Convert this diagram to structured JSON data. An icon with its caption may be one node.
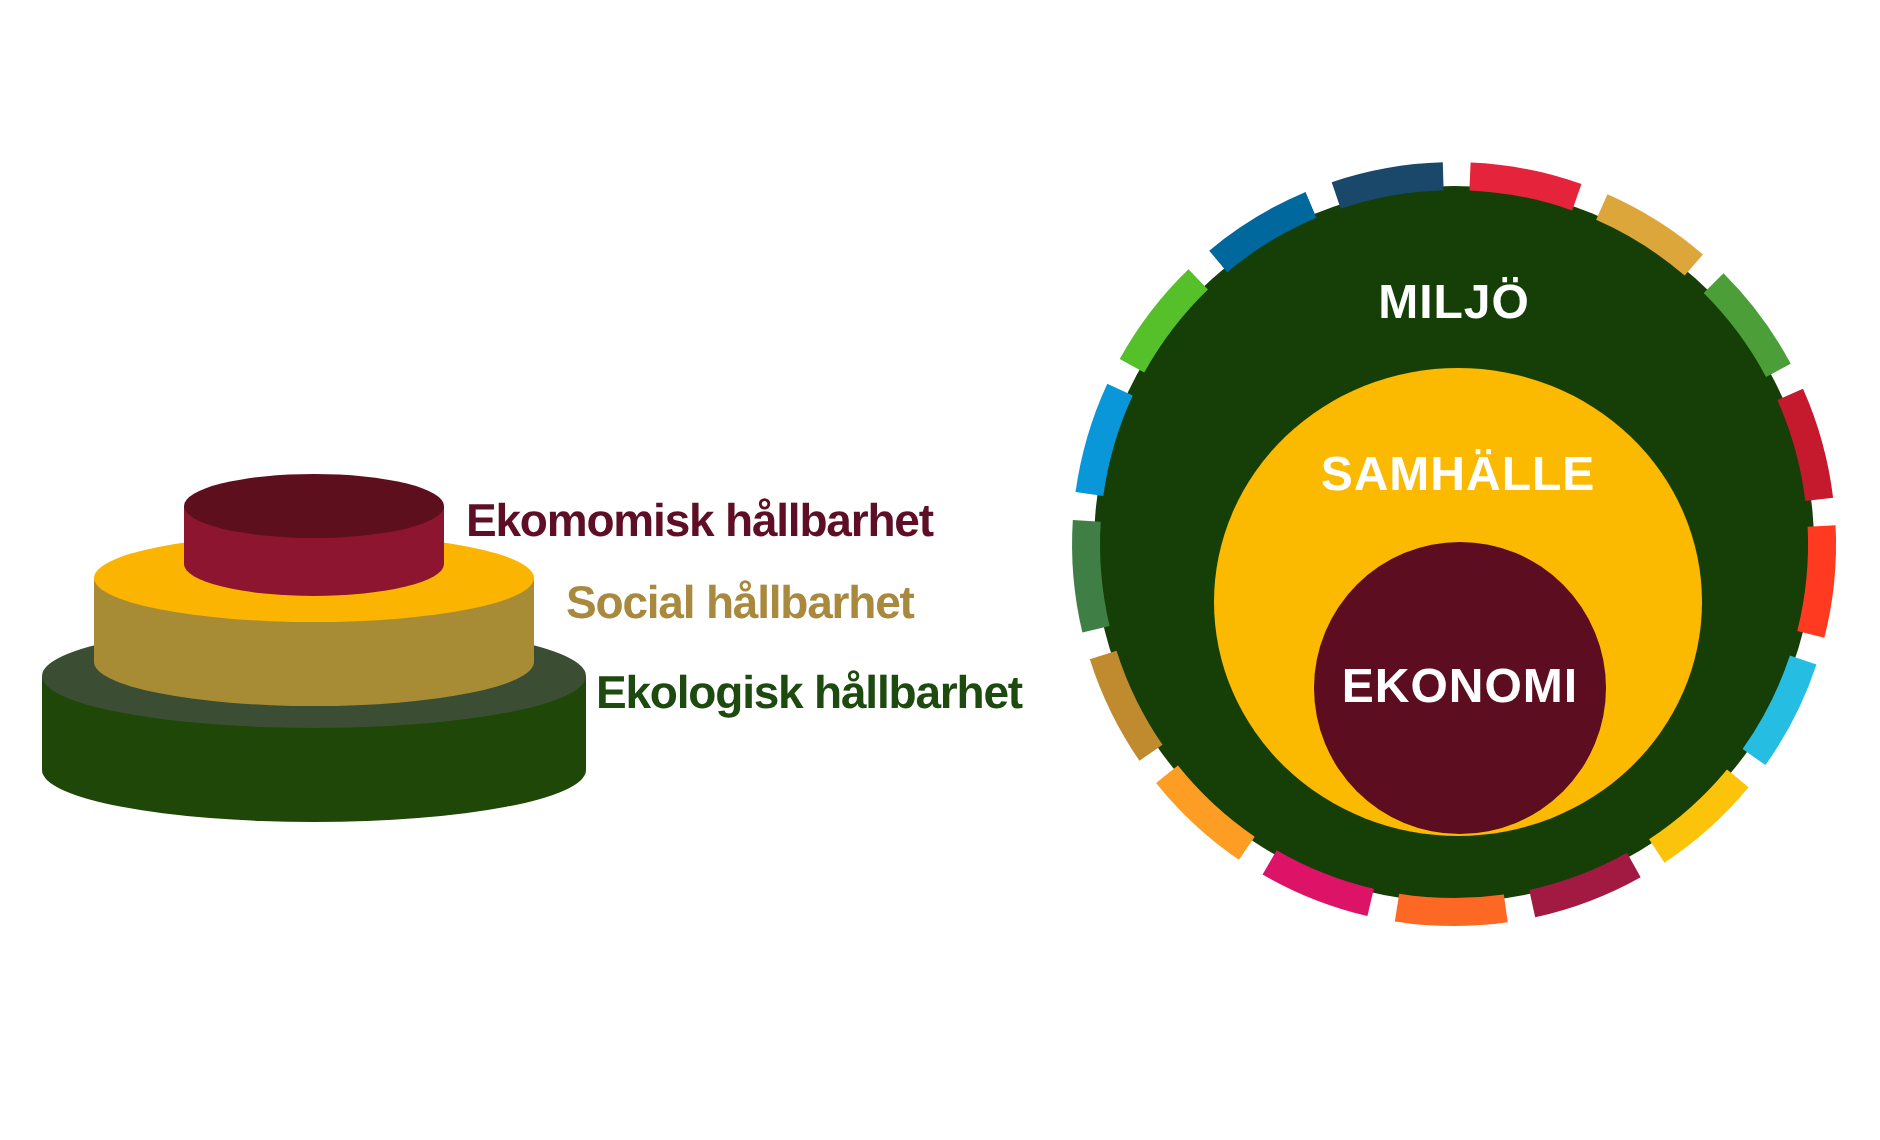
{
  "diagram": {
    "nodes": [
      {
        "text": [
          "Ekomomisk hållbarhet"
        ]
      },
      {
        "text": [
          "Social hållbarhet"
        ]
      },
      {
        "text": [
          "Ekologisk hållbarhet"
        ]
      },
      {
        "text": [
          "MILJÖ"
        ]
      },
      {
        "text": [
          "SAMHÄLLE"
        ],
        "in": 3
      },
      {
        "text": [
          "EKONOMI"
        ],
        "in": 4
      }
    ]
  }
}
